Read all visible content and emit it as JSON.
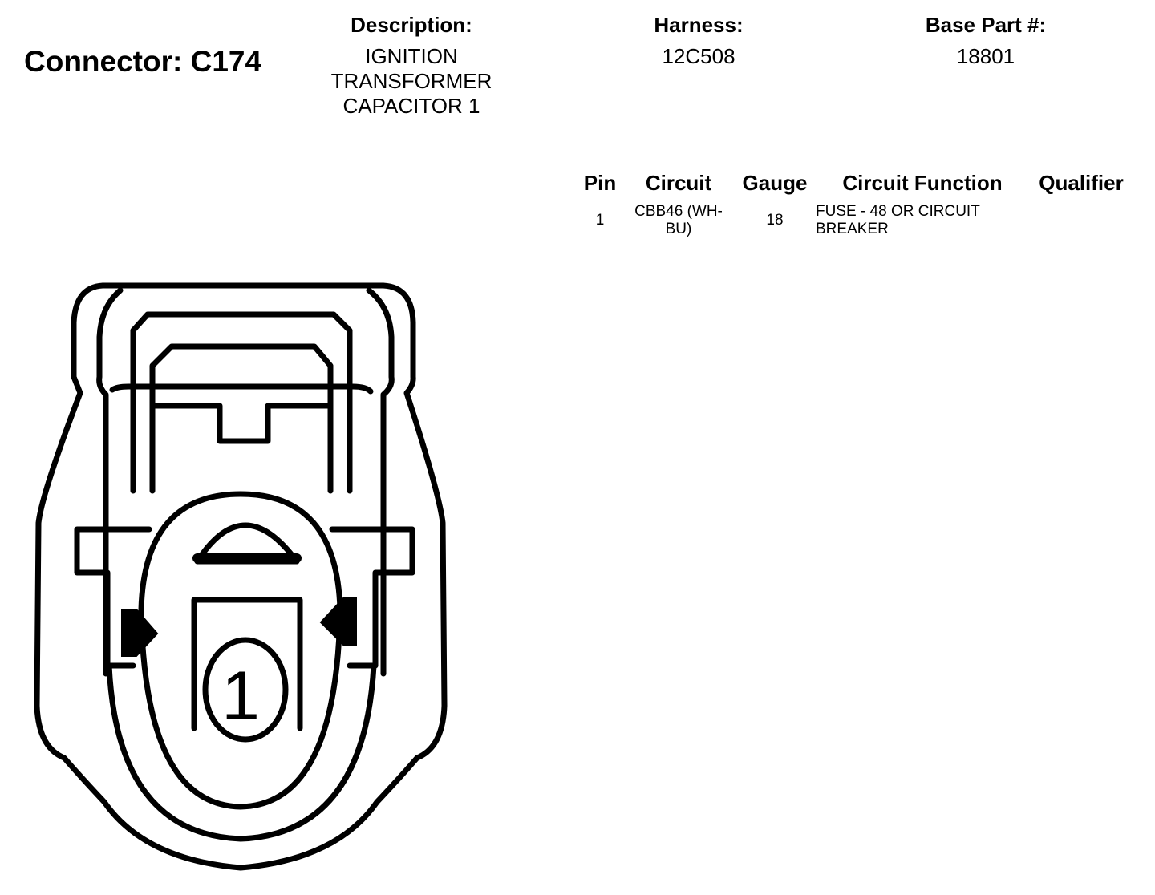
{
  "connector": {
    "title": "Connector: C174"
  },
  "header": {
    "description_label": "Description:",
    "description_lines": [
      "IGNITION",
      "TRANSFORMER",
      "CAPACITOR 1"
    ],
    "harness_label": "Harness:",
    "harness_value": "12C508",
    "base_part_label": "Base Part #:",
    "base_part_value": "18801"
  },
  "pin_table": {
    "columns": [
      "Pin",
      "Circuit",
      "Gauge",
      "Circuit Function",
      "Qualifier"
    ],
    "rows": [
      {
        "pin": "1",
        "circuit_lines": [
          "CBB46 (WH-",
          "BU)"
        ],
        "gauge": "18",
        "function_lines": [
          "FUSE - 48 OR CIRCUIT",
          "BREAKER"
        ],
        "qualifier": ""
      }
    ]
  },
  "diagram": {
    "pin_label": "1",
    "stroke_color": "#000000",
    "fill_color": "#ffffff"
  }
}
